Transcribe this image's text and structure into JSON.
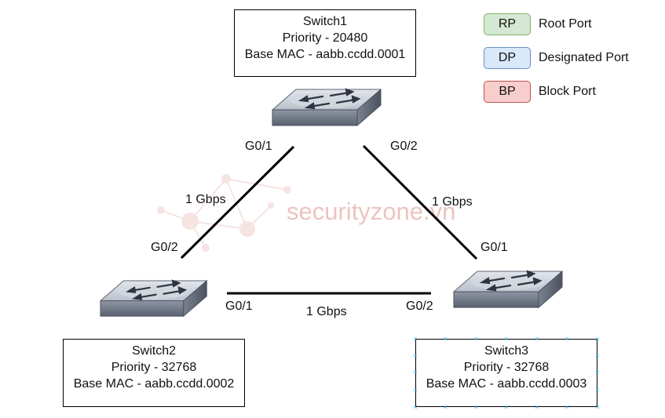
{
  "switches": [
    {
      "name": "Switch1",
      "priority": "Priority - 20480",
      "mac": "Base MAC - aabb.ccdd.0001"
    },
    {
      "name": "Switch2",
      "priority": "Priority - 32768",
      "mac": "Base MAC - aabb.ccdd.0002"
    },
    {
      "name": "Switch3",
      "priority": "Priority - 32768",
      "mac": "Base MAC - aabb.ccdd.0003"
    }
  ],
  "ports": {
    "s1_left": "G0/1",
    "s1_right": "G0/2",
    "s2_top": "G0/2",
    "s2_right": "G0/1",
    "s3_top": "G0/1",
    "s3_left": "G0/2"
  },
  "links": {
    "s1_s2": "1 Gbps",
    "s1_s3": "1 Gbps",
    "s2_s3": "1 Gbps"
  },
  "legend": [
    {
      "abbr": "RP",
      "label": "Root Port",
      "fill": "#d5e8d4",
      "stroke": "#82b366"
    },
    {
      "abbr": "DP",
      "label": "Designated Port",
      "fill": "#dae8fc",
      "stroke": "#6c8ebf"
    },
    {
      "abbr": "BP",
      "label": "Block Port",
      "fill": "#f8cecc",
      "stroke": "#b85450"
    }
  ],
  "watermark": "securityzone.vn"
}
